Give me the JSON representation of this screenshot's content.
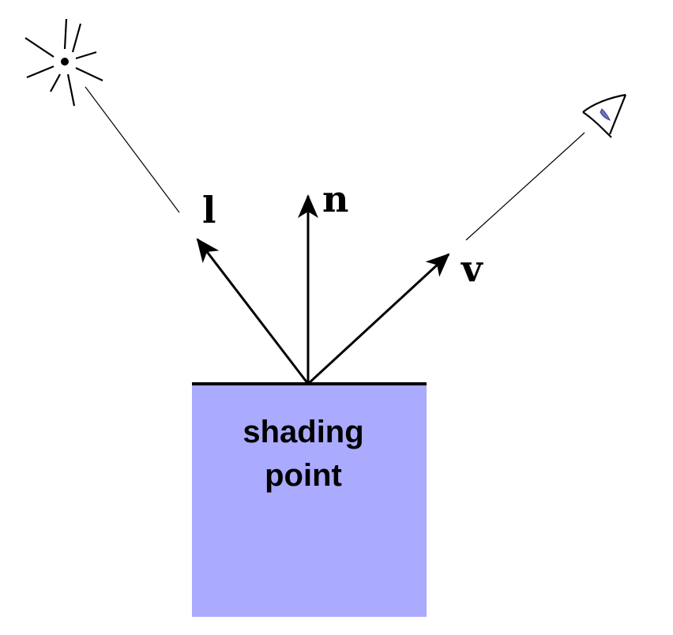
{
  "colors": {
    "surface_fill": "#aaaaff",
    "eye_iris": "#6e70c8",
    "ink": "#000000",
    "background": "#ffffff"
  },
  "icons": {
    "light": "light-source-icon",
    "viewer": "eye-icon"
  },
  "vectors": {
    "light": {
      "label": "l"
    },
    "normal": {
      "label": "n"
    },
    "view": {
      "label": "v"
    }
  },
  "surface": {
    "label_line1": "shading",
    "label_line2": "point"
  }
}
